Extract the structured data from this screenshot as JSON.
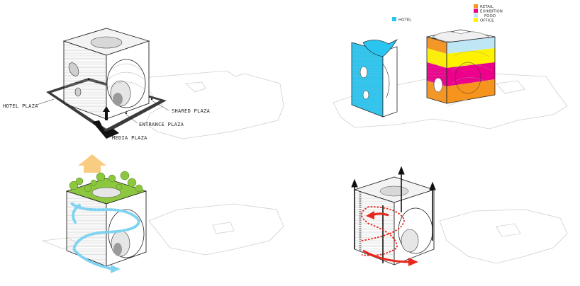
{
  "panels": {
    "plazas": {
      "labels": {
        "hotel_plaza": "HOTEL PLAZA",
        "shared_plaza": "SHARED PLAZA",
        "entrance_plaza": "ENTRANCE PLAZA",
        "media_plaza": "MEDIA PLAZA"
      }
    },
    "program": {
      "legend": [
        {
          "label": "RETAIL",
          "color": "#f7941d"
        },
        {
          "label": "EXHIBITION",
          "color": "#ec008c"
        },
        {
          "label": "FOOD",
          "color": "#bfe6f5"
        },
        {
          "label": "OFFICE",
          "color": "#fff200"
        }
      ],
      "hotel_label": "HOTEL",
      "hotel_color": "#29c5f0"
    },
    "environment": {
      "roof_green": "#8dc63f",
      "airflow_color": "#7fd3f0",
      "exhaust_color": "#f7c36b"
    },
    "circulation": {
      "ramp_color": "#e8261c",
      "structure_color": "#111111"
    }
  }
}
